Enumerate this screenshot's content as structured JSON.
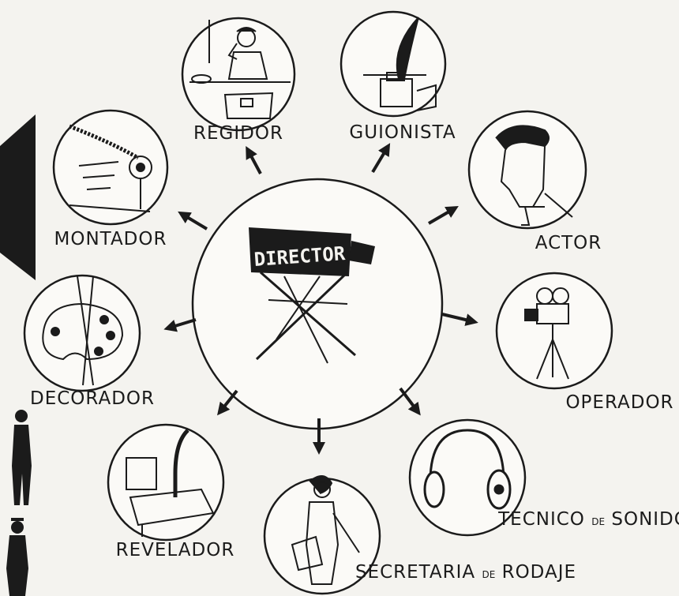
{
  "center": {
    "label": "DIRECTOR",
    "icon": "directors-chair-icon"
  },
  "roles": [
    {
      "id": "regidor",
      "label": "REGIDOR",
      "icon": "man-on-telephone-icon"
    },
    {
      "id": "guionista",
      "label": "GUIONISTA",
      "icon": "quill-and-inkwell-icon"
    },
    {
      "id": "actor",
      "label": "ACTOR",
      "icon": "actor-profile-icon"
    },
    {
      "id": "operador",
      "label": "OPERADOR",
      "icon": "film-camera-on-tripod-icon"
    },
    {
      "id": "tecnico",
      "label": "TECNICO",
      "connector": "DE",
      "label2": "SONIDO",
      "icon": "headphones-icon"
    },
    {
      "id": "secretaria",
      "label": "SECRETARIA",
      "connector": "DE",
      "label2": "RODAJE",
      "icon": "script-secretary-woman-icon"
    },
    {
      "id": "revelador",
      "label": "REVELADOR",
      "icon": "film-developing-tank-icon"
    },
    {
      "id": "decorador",
      "label": "DECORADOR",
      "icon": "painter-palette-brushes-icon"
    },
    {
      "id": "montador",
      "label": "MONTADOR",
      "icon": "film-editing-reel-icon"
    }
  ],
  "colors": {
    "ink": "#1b1b1b",
    "paper": "#f4f3ef"
  }
}
